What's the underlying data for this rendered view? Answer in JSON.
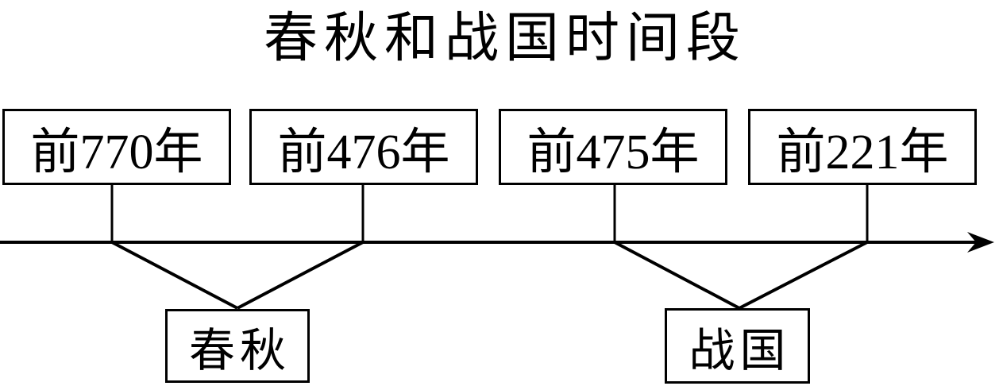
{
  "title": "春秋和战国时间段",
  "timeline": {
    "date_markers": [
      {
        "label": "前770年"
      },
      {
        "label": "前476年"
      },
      {
        "label": "前475年"
      },
      {
        "label": "前221年"
      }
    ],
    "periods": [
      {
        "label": "春秋",
        "from_marker": "前770年",
        "to_marker": "前476年"
      },
      {
        "label": "战国",
        "from_marker": "前475年",
        "to_marker": "前221年"
      }
    ],
    "axis_direction": "right-arrow"
  },
  "colors": {
    "line": "#000000",
    "background": "#ffffff",
    "text": "#000000"
  }
}
